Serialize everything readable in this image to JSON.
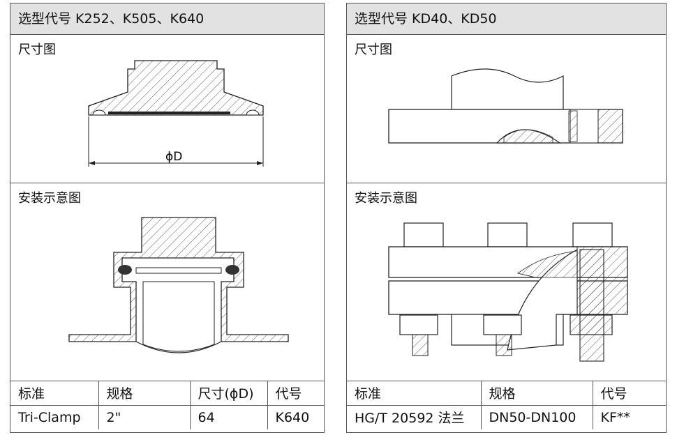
{
  "left": {
    "title": "选型代号 K252、K505、K640",
    "dimension_label": "尺寸图",
    "install_label": "安装示意图",
    "dim_symbol": "ϕD",
    "table": {
      "headers": [
        "标准",
        "规格",
        "尺寸(ϕD)",
        "代号"
      ],
      "row": [
        "Tri-Clamp",
        "2\"",
        "64",
        "K640"
      ]
    }
  },
  "right": {
    "title": "选型代号 KD40、KD50",
    "dimension_label": "尺寸图",
    "install_label": "安装示意图",
    "table": {
      "headers": [
        "标准",
        "规格",
        "代号"
      ],
      "row": [
        "HG/T 20592 法兰",
        "DN50-DN100",
        "KF**"
      ]
    }
  }
}
